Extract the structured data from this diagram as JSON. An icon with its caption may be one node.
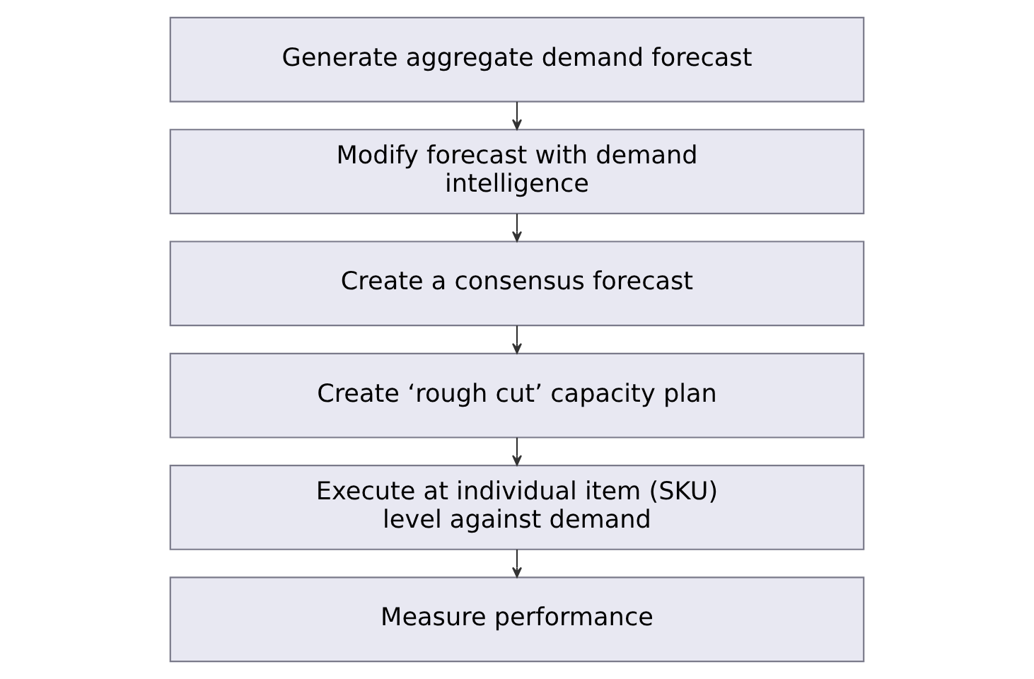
{
  "diagram": {
    "nodes": [
      {
        "text": [
          "Generate aggregate demand forecast"
        ]
      },
      {
        "text": [
          "Modify forecast with demand intelligence"
        ]
      },
      {
        "text": [
          "Create a consensus forecast"
        ]
      },
      {
        "text": [
          "Create ‘rough cut’ capacity plan"
        ]
      },
      {
        "text": [
          "Execute at individual item (SKU) level against demand"
        ]
      },
      {
        "text": [
          "Measure performance"
        ]
      }
    ],
    "edges": [
      {
        "from": 0,
        "to": 1,
        "arrow": "to"
      },
      {
        "from": 1,
        "to": 2,
        "arrow": "to"
      },
      {
        "from": 2,
        "to": 3,
        "arrow": "to"
      },
      {
        "from": 3,
        "to": 4,
        "arrow": "to"
      },
      {
        "from": 4,
        "to": 5,
        "arrow": "to"
      }
    ]
  }
}
